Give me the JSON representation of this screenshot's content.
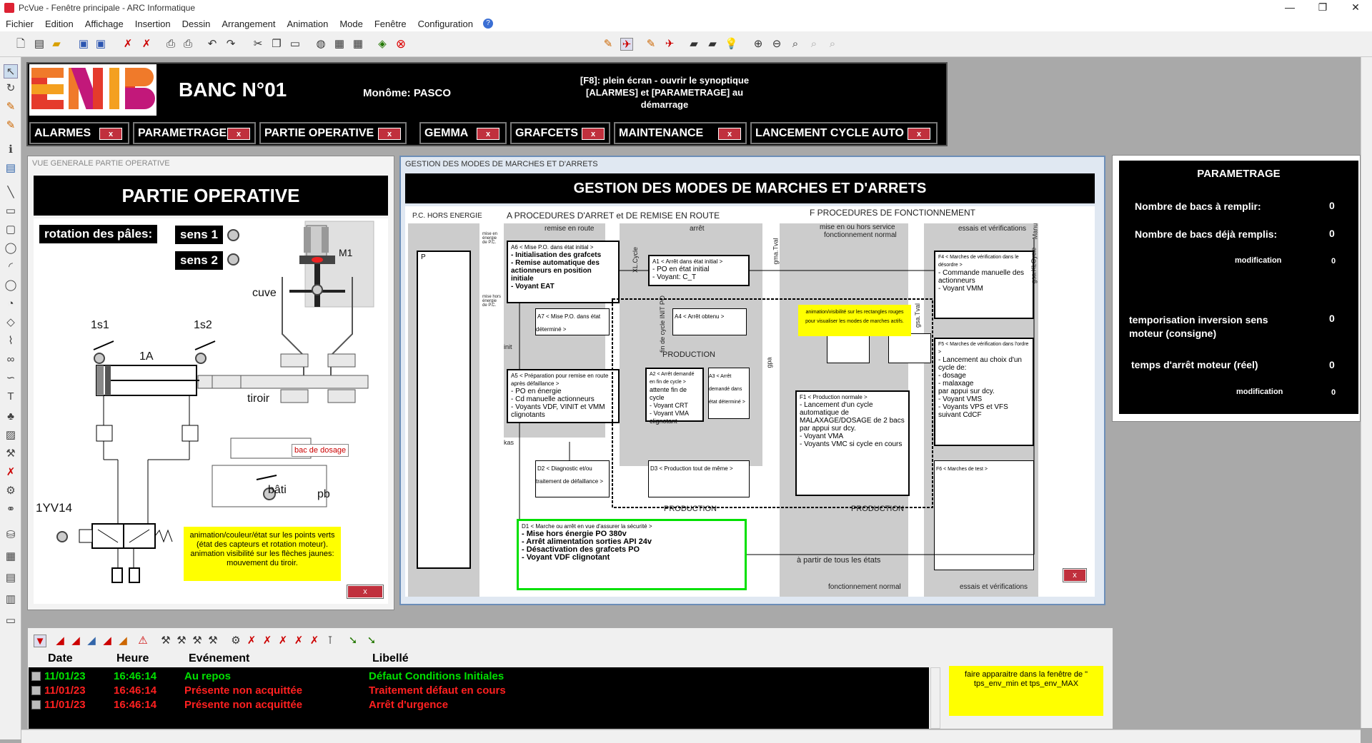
{
  "window": {
    "title": "PcVue - Fenêtre principale - ARC Informatique",
    "controls": [
      "—",
      "❐",
      "✕"
    ]
  },
  "menu": [
    "Fichier",
    "Edition",
    "Affichage",
    "Insertion",
    "Dessin",
    "Arrangement",
    "Animation",
    "Mode",
    "Fenêtre",
    "Configuration"
  ],
  "header": {
    "banc": "BANC N°01",
    "monome": "Monôme: PASCO",
    "f8_line1": "[F8]: plein écran - ouvrir le synoptique",
    "f8_line2": "[ALARMES] et [PARAMETRAGE] au",
    "f8_line3": "démarrage",
    "tabs": [
      "ALARMES",
      "PARAMETRAGE",
      "PARTIE OPERATIVE",
      "GEMMA",
      "GRAFCETS",
      "MAINTENANCE",
      "LANCEMENT CYCLE AUTO"
    ],
    "tab_close": "x"
  },
  "left_panel": {
    "caption": "VUE GENERALE PARTIE OPERATIVE",
    "title": "PARTIE OPERATIVE",
    "rotation_label": "rotation des pâles:",
    "sens1": "sens 1",
    "sens2": "sens 2",
    "m1": "M1",
    "cuve": "cuve",
    "s1": "1s1",
    "s2": "1s2",
    "cyl": "1A",
    "tiroir": "tiroir",
    "bac": "bac de dosage",
    "bati": "bâti",
    "pb": "pb",
    "valve": "1YV14",
    "note": "animation/couleur/état sur les points verts (état des capteurs et rotation moteur). animation visibilité sur les flèches jaunes: mouvement du tiroir.",
    "close": "x"
  },
  "gemma": {
    "caption": "GESTION DES MODES DE MARCHES ET D'ARRETS",
    "title": "GESTION DES MODES DE MARCHES ET D'ARRETS",
    "h_pc": "P.C. HORS ENERGIE",
    "h_a": "A  PROCEDURES D'ARRET et DE REMISE EN ROUTE",
    "h_f": "F  PROCEDURES DE FONCTIONNEMENT",
    "sub_remise": "remise en route",
    "sub_arret": "arrêt",
    "sub_mise": "mise en ou hors service",
    "sub_fn": "fonctionnement normal",
    "sub_essais": "essais et vérifications",
    "a6": "A6  < Mise P.O. dans état initial >",
    "a6_text": "- Initialisation des grafcets\n- Remise automatique des actionneurs en position initiale\n- Voyant EAT",
    "a1": "A1  < Arrêt dans état initial >",
    "a1_text": "- PO en état initial\n- Voyant: C_T",
    "a7": "A7  < Mise P.O. dans état déterminé >",
    "a4": "A4  < Arrêt obtenu >",
    "a5": "A5  < Préparation pour remise en route après défaillance >",
    "a5_text": "- PO en énergie\n- Cd manuelle actionneurs\n- Voyants VDF, VINIT et VMM clignotants",
    "a2": "A2  < Arrêt demandé en fin de cycle >",
    "a2_text": "attente fin de cycle\n- Voyant CRT\n- Voyant VMA clignotant",
    "a3": "A3  < Arrêt demandé dans état déterminé >",
    "d2": "D2  < Diagnostic et/ou traitement de défaillance >",
    "d3": "D3  < Production tout de même >",
    "d1": "D1  < Marche ou arrêt en vue d'assurer la sécurité >",
    "d1_text": "- Mise hors énergie PO 380v\n- Arrêt alimentation sorties API 24v\n- Désactivation des grafcets PO\n- Voyant VDF clignotant",
    "f1": "F1  < Production normale >",
    "f1_text": "- Lancement d'un cycle automatique de MALAXAGE/DOSAGE de 2 bacs par appui sur dcy.\n- Voyant VMA\n- Voyants VMC si cycle en cours",
    "f4": "F4  < Marches de vérification dans le désordre >",
    "f4_text": "- Commande manuelle des actionneurs\n- Voyant VMM",
    "f5": "F5  < Marches de vérification dans l'ordre >",
    "f5_text": "- Lancement au choix d'un cycle de:\n- dosage\n- malaxage\npar appui sur dcy.\n- Voyant VMS\n- Voyants VPS et VFS suivant CdCF",
    "f6": "F6  < Marches de test >",
    "production": "PRODUCTION",
    "note": "animation/visibilité sur les rectangles rouges pour visualiser les modes de marches actifs.",
    "init": "init",
    "kas": "kas",
    "gpa": "gpa",
    "a_partir": "à partir de tous les états",
    "fonct_normal": "fonctionnement normal",
    "essais_bottom": "essais et vérifications",
    "fin_cycle": "fin de cycle INIT PO",
    "xl_cycle": "XL.Cycle",
    "mise_pc": "mise en énergie de P.C.",
    "mise_hors": "mise hors énergie de P.C.",
    "gma_tval": "gma.Tval",
    "gsa_tval": "gsa.Tval",
    "manu": "Manu",
    "gsa_xl": "gsa.XLCycle",
    "close": "x"
  },
  "param": {
    "title": "PARAMETRAGE",
    "bacs_remplir": "Nombre de bacs à remplir:",
    "bacs_remplir_val": "0",
    "bacs_remplis": "Nombre de bacs déjà remplis:",
    "bacs_remplis_val": "0",
    "modification": "modification",
    "mod_val1": "0",
    "tempo": "temporisation inversion sens moteur (consigne)",
    "tempo_val": "0",
    "temps_arret": "temps d'arrêt moteur (réel)",
    "temps_arret_val": "0",
    "mod_val2": "0"
  },
  "alarms": {
    "headers": [
      "Date",
      "Heure",
      "Evénement",
      "Libellé"
    ],
    "rows": [
      {
        "date": "11/01/23",
        "heure": "16:46:14",
        "evt": "Au repos",
        "lib": "Défaut Conditions Initiales",
        "color": "#00e000"
      },
      {
        "date": "11/01/23",
        "heure": "16:46:14",
        "evt": "Présente non acquittée",
        "lib": "Traitement défaut en cours",
        "color": "#ff2020"
      },
      {
        "date": "11/01/23",
        "heure": "16:46:14",
        "evt": "Présente non acquittée",
        "lib": "Arrêt d'urgence",
        "color": "#ff2020"
      }
    ],
    "note": "faire apparaitre dans la fenêtre de \" tps_env_min et tps_env_MAX"
  }
}
